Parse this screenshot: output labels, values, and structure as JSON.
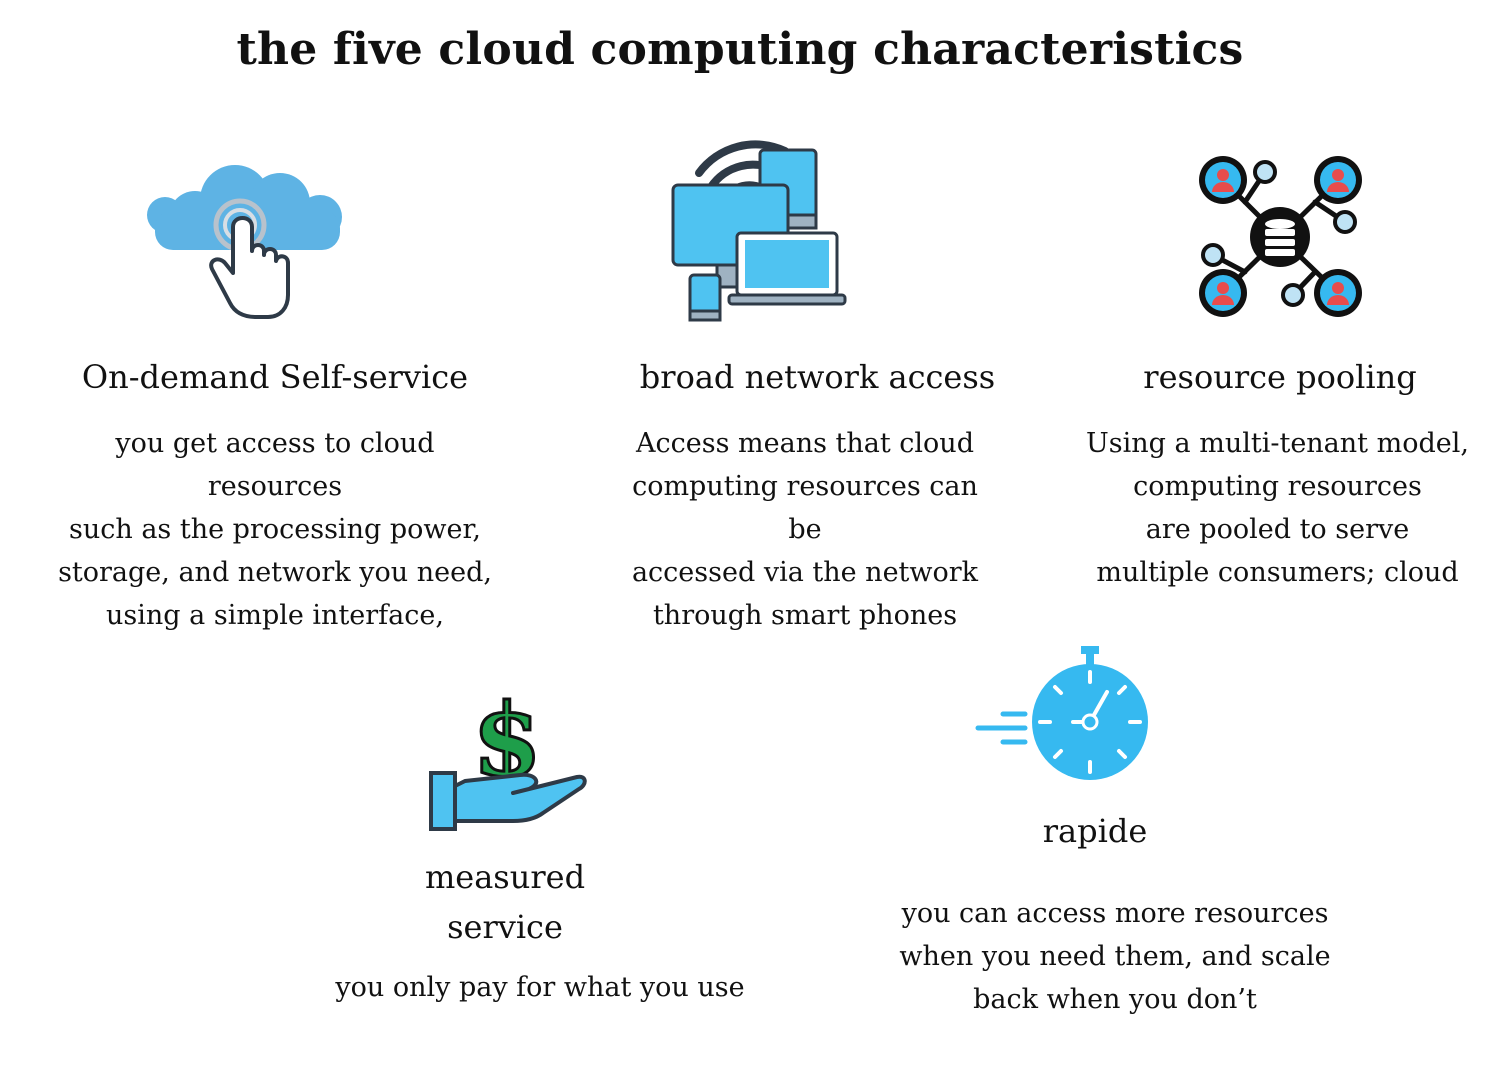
{
  "title": "the five cloud computing characteristics",
  "characteristics": [
    {
      "heading": "On-demand Self-service",
      "description": "you get access to cloud\nresources\nsuch as the processing power,\nstorage, and network you need,\nusing a simple interface,",
      "icon": "cloud-touch-icon"
    },
    {
      "heading": "broad network access",
      "description": "Access means that cloud\ncomputing resources can\nbe\naccessed via the network\nthrough  smart phones",
      "icon": "multi-device-wifi-icon"
    },
    {
      "heading": "resource pooling",
      "description": "Using a multi-tenant model,\ncomputing resources\nare pooled to serve\nmultiple consumers; cloud",
      "icon": "database-network-icon"
    },
    {
      "heading": "measured\nservice",
      "description": "you only pay for what you use",
      "icon": "hand-dollar-icon"
    },
    {
      "heading": "rapide",
      "description": "you can access more resources\nwhen you need them, and scale\nback when you don’t",
      "icon": "fast-stopwatch-icon"
    }
  ],
  "colors": {
    "cloud": "#5EB3E4",
    "device": "#4FC3F1",
    "outline": "#2E3A47",
    "person": "#E84C4C",
    "dollar": "#1E9E4A",
    "stopwatch": "#36B9F0"
  }
}
